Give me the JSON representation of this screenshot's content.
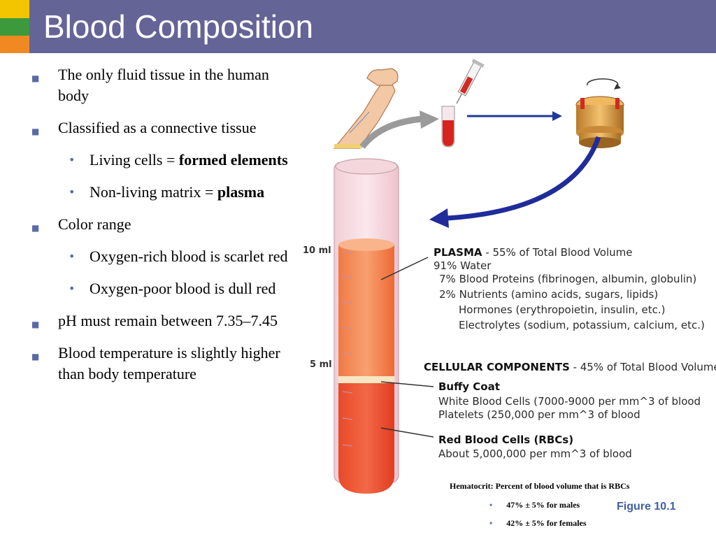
{
  "slide": {
    "title": "Blood Composition",
    "accent_colors": {
      "title_bar": "#646497",
      "yellow": "#f2c500",
      "green": "#3c9a3c",
      "orange": "#ef8a22"
    }
  },
  "bullets": {
    "fluid_tissue": "The only fluid tissue in the human body",
    "connective": "Classified as a connective tissue",
    "living_cells_prefix": "Living cells = ",
    "living_cells_bold": "formed elements",
    "matrix_prefix": "Non-living matrix = ",
    "matrix_bold": "plasma",
    "color_range": "Color range",
    "oxygen_rich": "Oxygen-rich blood is scarlet red",
    "oxygen_poor": "Oxygen-poor blood is dull red",
    "ph": "pH must remain between 7.35–7.45",
    "temperature": "Blood temperature is slightly higher than body temperature"
  },
  "figure": {
    "tube_labels": {
      "ten_ml": "10 ml",
      "five_ml": "5 ml"
    },
    "plasma": {
      "heading": "PLASMA",
      "heading_rest": " - 55% of Total Blood Volume",
      "lines": [
        "91%  Water",
        "7%  Blood Proteins (fibrinogen, albumin, globulin)",
        "2%  Nutrients (amino acids, sugars, lipids)",
        "Hormones (erythropoietin, insulin, etc.)",
        "Electrolytes (sodium, potassium, calcium, etc.)"
      ]
    },
    "cellular": {
      "heading": "CELLULAR COMPONENTS",
      "heading_rest": " - 45% of Total Blood Volume"
    },
    "buffy": {
      "heading": "Buffy Coat",
      "lines": [
        "White Blood Cells (7000-9000 per mm^3 of blood",
        "Platelets (250,000 per mm^3 of blood"
      ]
    },
    "rbc": {
      "heading": "Red Blood Cells (RBCs)",
      "lines": [
        "About 5,000,000 per mm^3 of blood"
      ]
    },
    "hematocrit": {
      "title": "Hematocrit: Percent of blood volume that is RBCs",
      "males": "47% ± 5% for males",
      "females": "42% ± 5% for females"
    },
    "caption": "Figure 10.1"
  }
}
